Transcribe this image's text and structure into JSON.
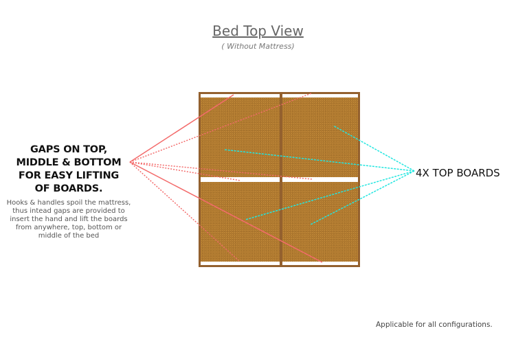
{
  "title": "Bed Top View",
  "subtitle": "( Without Mattress)",
  "left_callout": {
    "heading_lines": [
      "GAPS ON TOP,",
      "MIDDLE & BOTTOM",
      "FOR EASY LIFTING",
      "OF BOARDS."
    ],
    "body_lines": [
      "Hooks & handles spoil the mattress,",
      "thus intead gaps are provided to",
      "insert the hand and lift the boards",
      "from anywhere, top, bottom or",
      "middle of the bed"
    ]
  },
  "right_callout": "4X TOP BOARDS",
  "footer": "Applicable for all configurations.",
  "colors": {
    "frame": "#93602e",
    "board": "#b07a30",
    "gap_lines": "#f36b6b",
    "board_lines": "#22e6e0"
  }
}
